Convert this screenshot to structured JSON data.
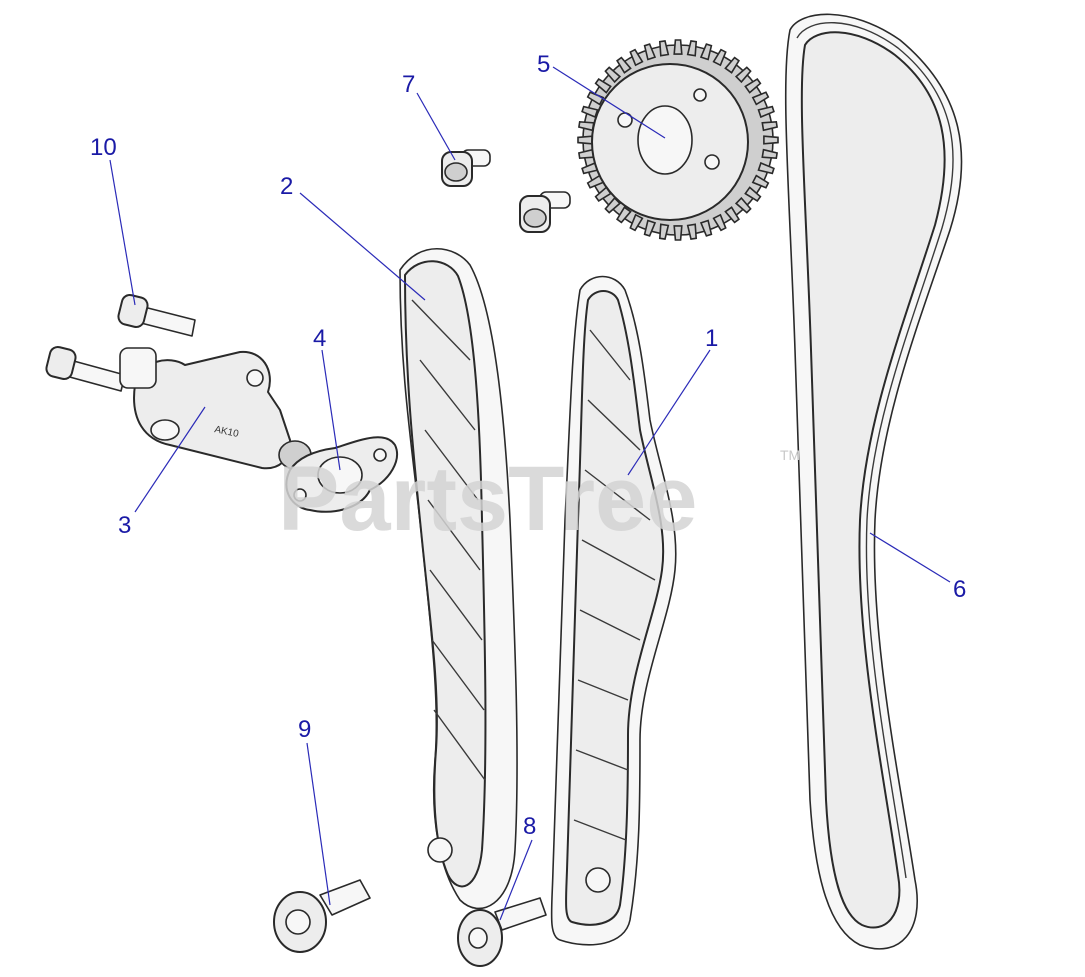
{
  "watermark": {
    "text": "PartsTree",
    "trademark": "TM"
  },
  "callouts": [
    {
      "id": "1",
      "label": "1"
    },
    {
      "id": "2",
      "label": "2"
    },
    {
      "id": "3",
      "label": "3"
    },
    {
      "id": "4",
      "label": "4"
    },
    {
      "id": "5",
      "label": "5"
    },
    {
      "id": "6",
      "label": "6"
    },
    {
      "id": "7",
      "label": "7"
    },
    {
      "id": "8",
      "label": "8"
    },
    {
      "id": "9",
      "label": "9"
    },
    {
      "id": "10",
      "label": "10"
    }
  ],
  "part_markings": {
    "tensioner": "AK10"
  },
  "colors": {
    "callout": "#1a1aa6",
    "leader": "#2b2bb8",
    "watermark": "#d4d4d4"
  }
}
